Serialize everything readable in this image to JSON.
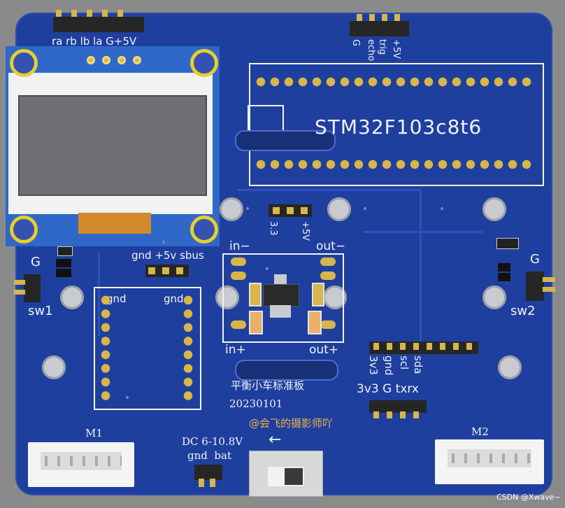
{
  "board": {
    "title_cn": "平衡小车标准板",
    "date": "20230101",
    "watermark": "@会飞的摄影师吖",
    "csdn": "CSDN @Xwave~"
  },
  "labels": {
    "top_header": "ra rb lb la G+5V",
    "ultra_g": "G",
    "ultra_echo": "echo",
    "ultra_trig": "trig",
    "ultra_5v": "+5V",
    "mcu": "STM32F103c8t6",
    "pwr_33": "3.3",
    "pwr_5v": "+5V",
    "left_g": "G",
    "sw1": "sw1",
    "right_g": "G",
    "sw2": "sw2",
    "gnd_5v_sbus": "gnd  +5v  sbus",
    "in_minus": "in−",
    "out_minus": "out−",
    "in_plus": "in+",
    "out_plus": "out+",
    "gnd_left": "gnd",
    "gnd_right": "gnd",
    "i2c_sda": "sda",
    "i2c_scl": "scl",
    "i2c_gnd": "gnd",
    "i2c_3v3": "3v3",
    "uart": "3v3 G txrx",
    "m1": "M1",
    "m2": "M2",
    "dc": "DC 6-10.8V",
    "gnd_bat": "gnd  bat",
    "arrow": "←"
  }
}
